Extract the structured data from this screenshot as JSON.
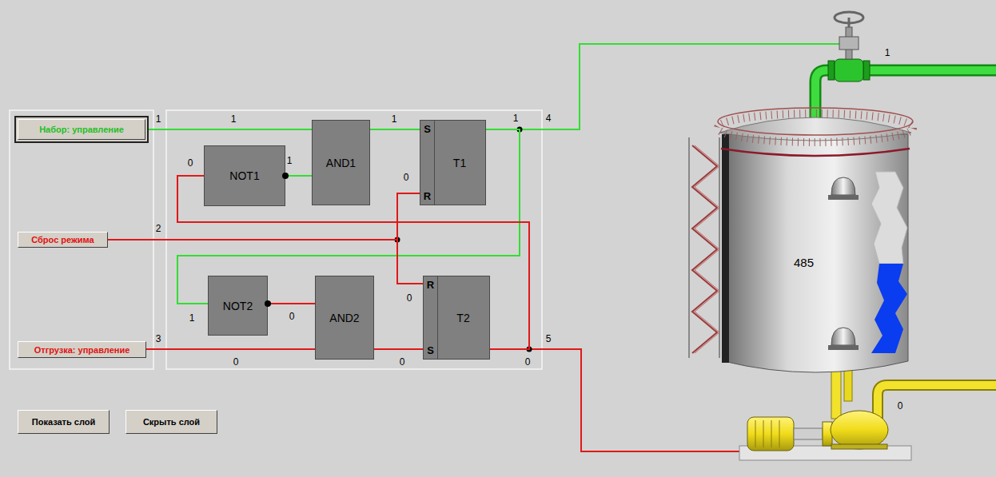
{
  "diagram": {
    "nodes": [
      {
        "text": [
          "Набор: управление"
        ]
      },
      {
        "text": [
          "NOT1"
        ]
      },
      {
        "text": [
          "AND1"
        ]
      },
      {
        "text": [
          "S",
          "T1",
          "R"
        ]
      },
      {
        "text": [
          "Сброс режима"
        ]
      },
      {
        "text": [
          "NOT2"
        ]
      },
      {
        "text": [
          "AND2"
        ]
      },
      {
        "text": [
          "R",
          "T2",
          "S"
        ]
      },
      {
        "text": [
          "Отгрузка: управление"
        ]
      },
      {
        "text": [
          "485"
        ]
      },
      {
        "text": [
          "Показать слой"
        ]
      },
      {
        "text": [
          "Скрыть слой"
        ]
      }
    ],
    "edges": [
      {
        "from": 0,
        "to": 2,
        "arrow": "none"
      },
      {
        "from": 1,
        "to": 2,
        "arrow": "none"
      },
      {
        "from": 2,
        "to": 3,
        "arrow": "none"
      },
      {
        "from": 3,
        "to": 5,
        "arrow": "none"
      },
      {
        "from": 4,
        "to": 3,
        "arrow": "none"
      },
      {
        "from": 4,
        "to": 7,
        "arrow": "none"
      },
      {
        "from": 5,
        "to": 6,
        "arrow": "none"
      },
      {
        "from": 8,
        "to": 6,
        "arrow": "none"
      },
      {
        "from": 6,
        "to": 7,
        "arrow": "none"
      },
      {
        "from": 7,
        "to": 1,
        "arrow": "none"
      }
    ],
    "labels": [
      "1",
      "1",
      "1",
      "1",
      "4",
      "1",
      "0",
      "1",
      "0",
      "2",
      "0",
      "1",
      "0",
      "3",
      "5",
      "0",
      "0",
      "0",
      "0"
    ]
  }
}
